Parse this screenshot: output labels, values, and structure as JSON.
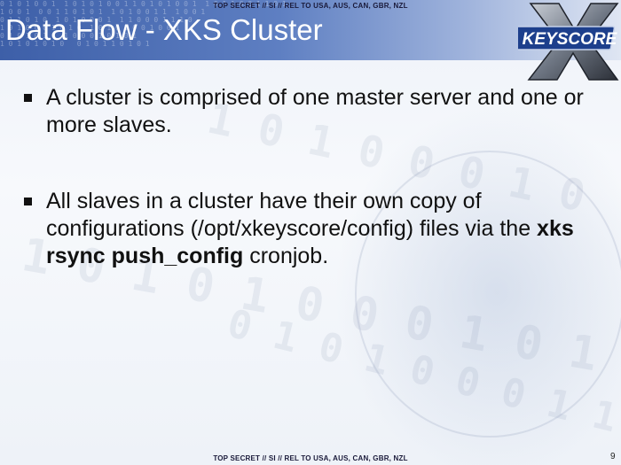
{
  "classification": {
    "top": "TOP SECRET // SI // REL TO USA, AUS, CAN, GBR, NZL",
    "bottom": "TOP SECRET // SI // REL TO USA, AUS, CAN, GBR, NZL"
  },
  "title": "Data Flow - XKS Cluster",
  "logo": {
    "text": "KEYSCORE",
    "letter": "X",
    "icon": "xkeyscore-logo"
  },
  "bullets": [
    {
      "text": "A cluster is comprised of one master server and one or more slaves."
    },
    {
      "before": "All slaves in a cluster have their own copy of configurations (/opt/xkeyscore/config) files via the ",
      "bold": "xks rsync push_config",
      "after": " cronjob."
    }
  ],
  "page_number": "9",
  "colors": {
    "header_start": "#3d5fa8",
    "header_end": "#dfe6f3",
    "title": "#ffffff",
    "text": "#111111"
  }
}
